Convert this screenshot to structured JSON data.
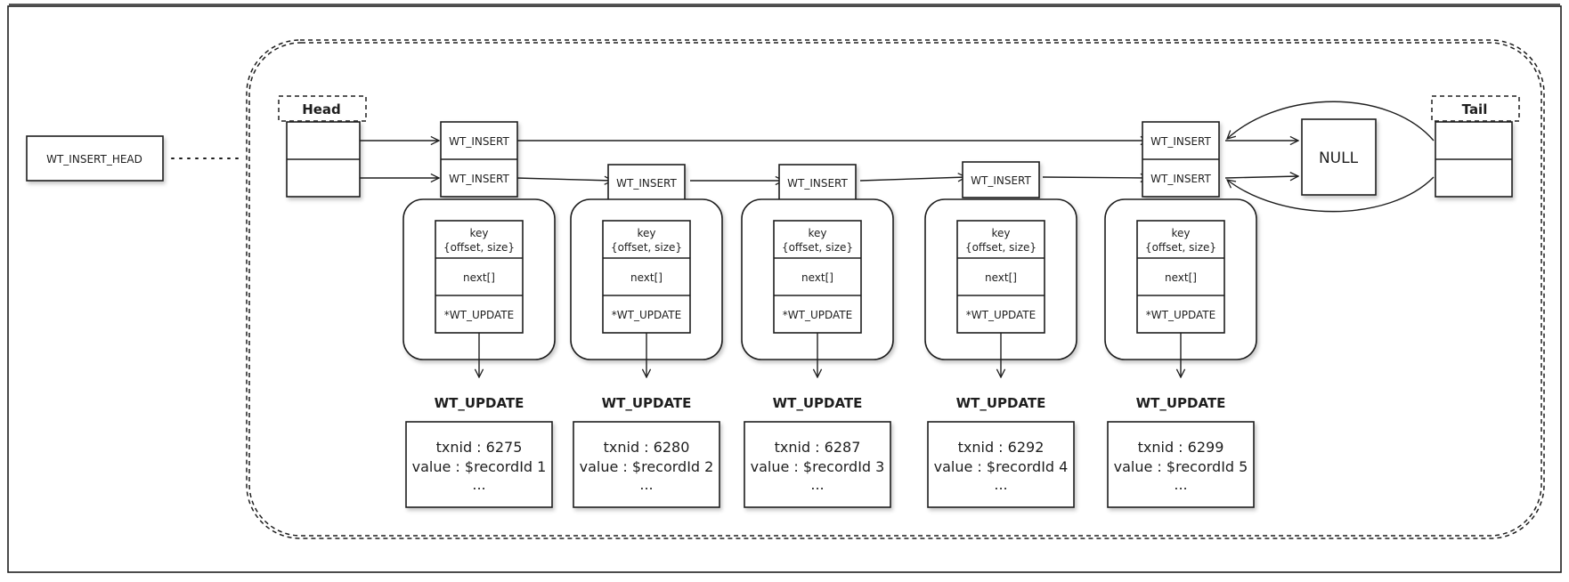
{
  "head_struct_label": "WT_INSERT_HEAD",
  "head_label": "Head",
  "tail_label": "Tail",
  "null_label": "NULL",
  "insert_label": "WT_INSERT",
  "update_label": "WT_UPDATE",
  "entry_fields": {
    "key_line1": "key",
    "key_line2": "{offset, size}",
    "next": "next[]",
    "update_ptr": "*WT_UPDATE"
  },
  "entries": [
    {
      "levels": 2,
      "txnid": "txnid : 6275",
      "value": "value : $recordId 1",
      "more": "..."
    },
    {
      "levels": 1,
      "txnid": "txnid : 6280",
      "value": "value : $recordId 2",
      "more": "..."
    },
    {
      "levels": 1,
      "txnid": "txnid : 6287",
      "value": "value : $recordId 3",
      "more": "..."
    },
    {
      "levels": 1,
      "txnid": "txnid : 6292",
      "value": "value : $recordId 4",
      "more": "..."
    },
    {
      "levels": 2,
      "txnid": "txnid : 6299",
      "value": "value : $recordId 5",
      "more": "..."
    }
  ]
}
